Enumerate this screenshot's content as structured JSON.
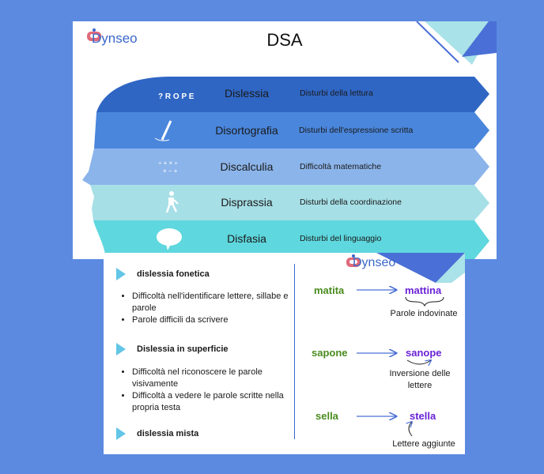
{
  "top": {
    "brand": "Dynseo",
    "title": "DSA",
    "rows": [
      {
        "name": "Dislessia",
        "desc": "Disturbi della lettura",
        "color": "#2f66c4",
        "icon": "letters-icon"
      },
      {
        "name": "Disortografia",
        "desc": "Disturbi dell'espressione scritta",
        "color": "#4a86dc",
        "icon": "pen-icon"
      },
      {
        "name": "Discalculia",
        "desc": "Difficoltà matematiche",
        "color": "#8bb4ea",
        "icon": "math-symbols-icon"
      },
      {
        "name": "Disprassia",
        "desc": "Disturbi della coordinazione",
        "color": "#a6dfe6",
        "icon": "person-balance-icon"
      },
      {
        "name": "Disfasia",
        "desc": "Disturbi del linguaggio",
        "color": "#5ed7de",
        "icon": "speech-bubble-icon"
      }
    ]
  },
  "bottom": {
    "brand": "Dynseo",
    "sections": [
      {
        "title": "dislessia fonetica",
        "bullets": [
          "Difficoltà nell'identificare lettere, sillabe e parole",
          "Parole difficili da scrivere"
        ]
      },
      {
        "title": "Dislessia in superficie",
        "bullets": [
          "Difficoltà nel riconoscere le parole visivamente",
          "Difficoltà a vedere le parole scritte nella propria testa"
        ]
      },
      {
        "title": "dislessia mista",
        "bullets": []
      }
    ],
    "examples": [
      {
        "original": "matita",
        "result": "mattina",
        "note": "Parole indovinate"
      },
      {
        "original": "sapone",
        "result": "sanope",
        "note": "Inversione delle lettere"
      },
      {
        "original": "sella",
        "result": "stella",
        "note": "Lettere aggiunte"
      }
    ]
  },
  "colors": {
    "background": "#5b8ae0",
    "accent_green": "#4a8b1e",
    "accent_purple": "#6a22d6"
  }
}
